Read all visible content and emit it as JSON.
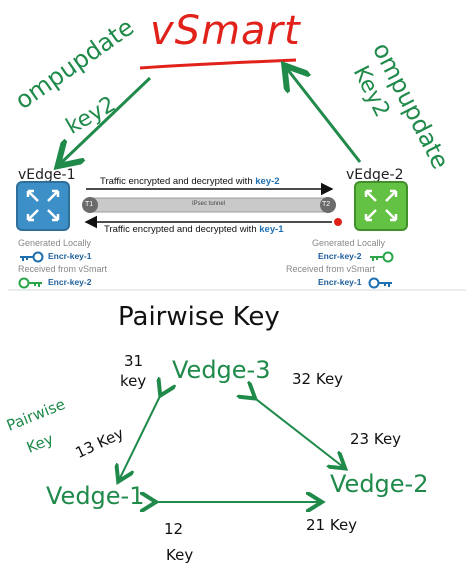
{
  "top": {
    "controller_label": "vSmart",
    "left_omp_line1": "ompupdate",
    "left_omp_line2": "key2",
    "right_omp_line1": "ompupdate",
    "right_omp_line2": "Key2",
    "left_device_label": "vEdge-1",
    "right_device_label": "vEdge-2",
    "tunnel_top_text_prefix": "Traffic encrypted and decrypted with ",
    "tunnel_top_text_key": "key-2",
    "tunnel_bottom_text_prefix": "Traffic encrypted and decrypted with ",
    "tunnel_bottom_text_key": "key-1",
    "tunnel_label": "IPsec tunnel",
    "t1": "T1",
    "t2": "T2",
    "left_generated_heading": "Generated Locally",
    "left_generated_key": "Encr-key-1",
    "left_received_heading": "Received from vSmart",
    "left_received_key": "Encr-key-2",
    "right_generated_heading": "Generated Locally",
    "right_generated_key": "Encr-key-2",
    "right_received_heading": "Received from vSmart",
    "right_received_key": "Encr-key-1"
  },
  "bottom": {
    "title": "Pairwise Key",
    "vedge3": "Vedge-3",
    "vedge1": "Vedge-1",
    "vedge2": "Vedge-2",
    "label_31_num": "31",
    "label_31_key": "key",
    "label_32": "32 Key",
    "label_13": "13 Key",
    "label_23": "23 Key",
    "label_12_num": "12",
    "label_12_key": "Key",
    "label_21": "21 Key",
    "side_pairwise": "Pairwise",
    "side_key": "Key"
  },
  "colors": {
    "handwriting_green": "#1f8a4a",
    "handwriting_red": "#e0221a",
    "key_blue": "#1d6fb0",
    "key_green": "#2aa548",
    "device_blue": "#3d8fc8",
    "device_green": "#63c243"
  }
}
